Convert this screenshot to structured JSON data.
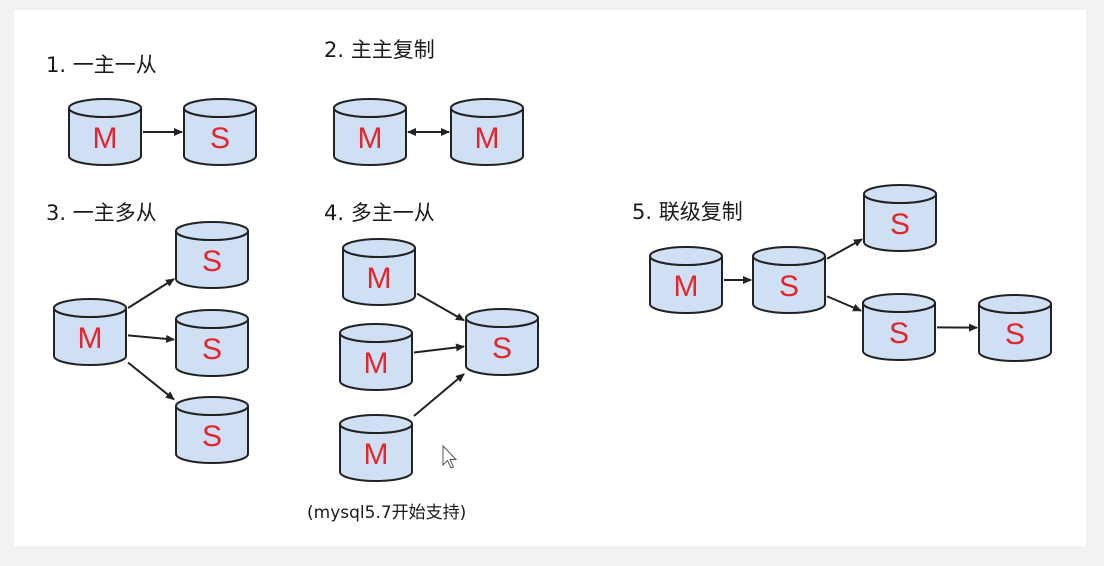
{
  "colors": {
    "cylinder_fill": "#cfe0f5",
    "cylinder_stroke": "#222222",
    "node_label": "#e3262b",
    "arrow": "#222222",
    "slide_bg": "#ffffff"
  },
  "sections": [
    {
      "id": "s1",
      "title": "1. 一主一从"
    },
    {
      "id": "s2",
      "title": "2. 主主复制"
    },
    {
      "id": "s3",
      "title": "3. 一主多从"
    },
    {
      "id": "s4",
      "title": "4. 多主一从"
    },
    {
      "id": "s5",
      "title": "5. 联级复制"
    }
  ],
  "nodes": [
    {
      "id": "s1-m",
      "label": "M"
    },
    {
      "id": "s1-s",
      "label": "S"
    },
    {
      "id": "s2-m1",
      "label": "M"
    },
    {
      "id": "s2-m2",
      "label": "M"
    },
    {
      "id": "s3-m",
      "label": "M"
    },
    {
      "id": "s3-s1",
      "label": "S"
    },
    {
      "id": "s3-s2",
      "label": "S"
    },
    {
      "id": "s3-s3",
      "label": "S"
    },
    {
      "id": "s4-m1",
      "label": "M"
    },
    {
      "id": "s4-m2",
      "label": "M"
    },
    {
      "id": "s4-m3",
      "label": "M"
    },
    {
      "id": "s4-s",
      "label": "S"
    },
    {
      "id": "s5-m",
      "label": "M"
    },
    {
      "id": "s5-s1",
      "label": "S"
    },
    {
      "id": "s5-s2",
      "label": "S"
    },
    {
      "id": "s5-s3",
      "label": "S"
    },
    {
      "id": "s5-s4",
      "label": "S"
    }
  ],
  "edges": [
    {
      "from": "s1-m",
      "to": "s1-s",
      "type": "one-way"
    },
    {
      "from": "s2-m1",
      "to": "s2-m2",
      "type": "two-way"
    },
    {
      "from": "s3-m",
      "to": "s3-s1",
      "type": "one-way"
    },
    {
      "from": "s3-m",
      "to": "s3-s2",
      "type": "one-way"
    },
    {
      "from": "s3-m",
      "to": "s3-s3",
      "type": "one-way"
    },
    {
      "from": "s4-m1",
      "to": "s4-s",
      "type": "one-way"
    },
    {
      "from": "s4-m2",
      "to": "s4-s",
      "type": "one-way"
    },
    {
      "from": "s4-m3",
      "to": "s4-s",
      "type": "one-way"
    },
    {
      "from": "s5-m",
      "to": "s5-s1",
      "type": "one-way"
    },
    {
      "from": "s5-s1",
      "to": "s5-s2",
      "type": "one-way"
    },
    {
      "from": "s5-s1",
      "to": "s5-s3",
      "type": "one-way"
    },
    {
      "from": "s5-s3",
      "to": "s5-s4",
      "type": "one-way"
    }
  ],
  "note": "(mysql5.7开始支持)",
  "cursor_icon": "mouse-pointer-icon"
}
